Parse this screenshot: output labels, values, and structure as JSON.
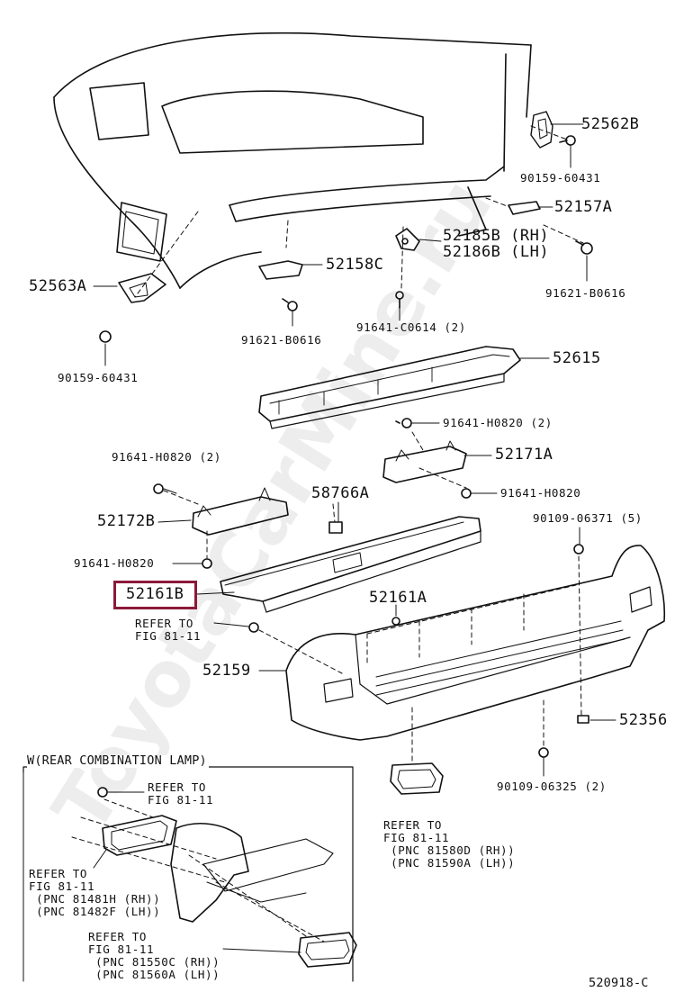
{
  "watermark": "ToyotaCarMine.ru",
  "highlight_color": "#8b1a3a",
  "diagram_code": "520918-C",
  "inset_title": "W(REAR COMBINATION LAMP)",
  "parts": {
    "p52562B": "52562B",
    "p90159_top": "90159-60431",
    "p52157A": "52157A",
    "p52185B": "52185B (RH)",
    "p52186B": "52186B (LH)",
    "p52158C": "52158C",
    "p52563A": "52563A",
    "p91621_right": "91621-B0616",
    "p91621_mid": "91621-B0616",
    "p91641_c0614": "91641-C0614 (2)",
    "p90159_left": "90159-60431",
    "p52615": "52615",
    "p91641_h0820_2a": "91641-H0820 (2)",
    "p52171A": "52171A",
    "p91641_h0820_2b": "91641-H0820 (2)",
    "p58766A": "58766A",
    "p91641_h0820_r": "91641-H0820",
    "p90109_06371": "90109-06371 (5)",
    "p52172B": "52172B",
    "p91641_h0820_l": "91641-H0820",
    "p52161B": "52161B",
    "p52161A": "52161A",
    "p52159": "52159",
    "p52356": "52356",
    "p90109_06325": "90109-06325 (2)"
  },
  "refs": {
    "ref_main": "REFER TO\nFIG 81-11",
    "ref_lamp_center": "REFER TO\nFIG 81-11\n (PNC 81580D (RH))\n (PNC 81590A (LH))",
    "ref_inset_top": "REFER TO\nFIG 81-11",
    "ref_inset_left": "REFER TO\nFIG 81-11\n (PNC 81481H (RH))\n (PNC 81482F (LH))",
    "ref_inset_bottom": "REFER TO\nFIG 81-11\n (PNC 81550C (RH))\n (PNC 81560A (LH))"
  }
}
